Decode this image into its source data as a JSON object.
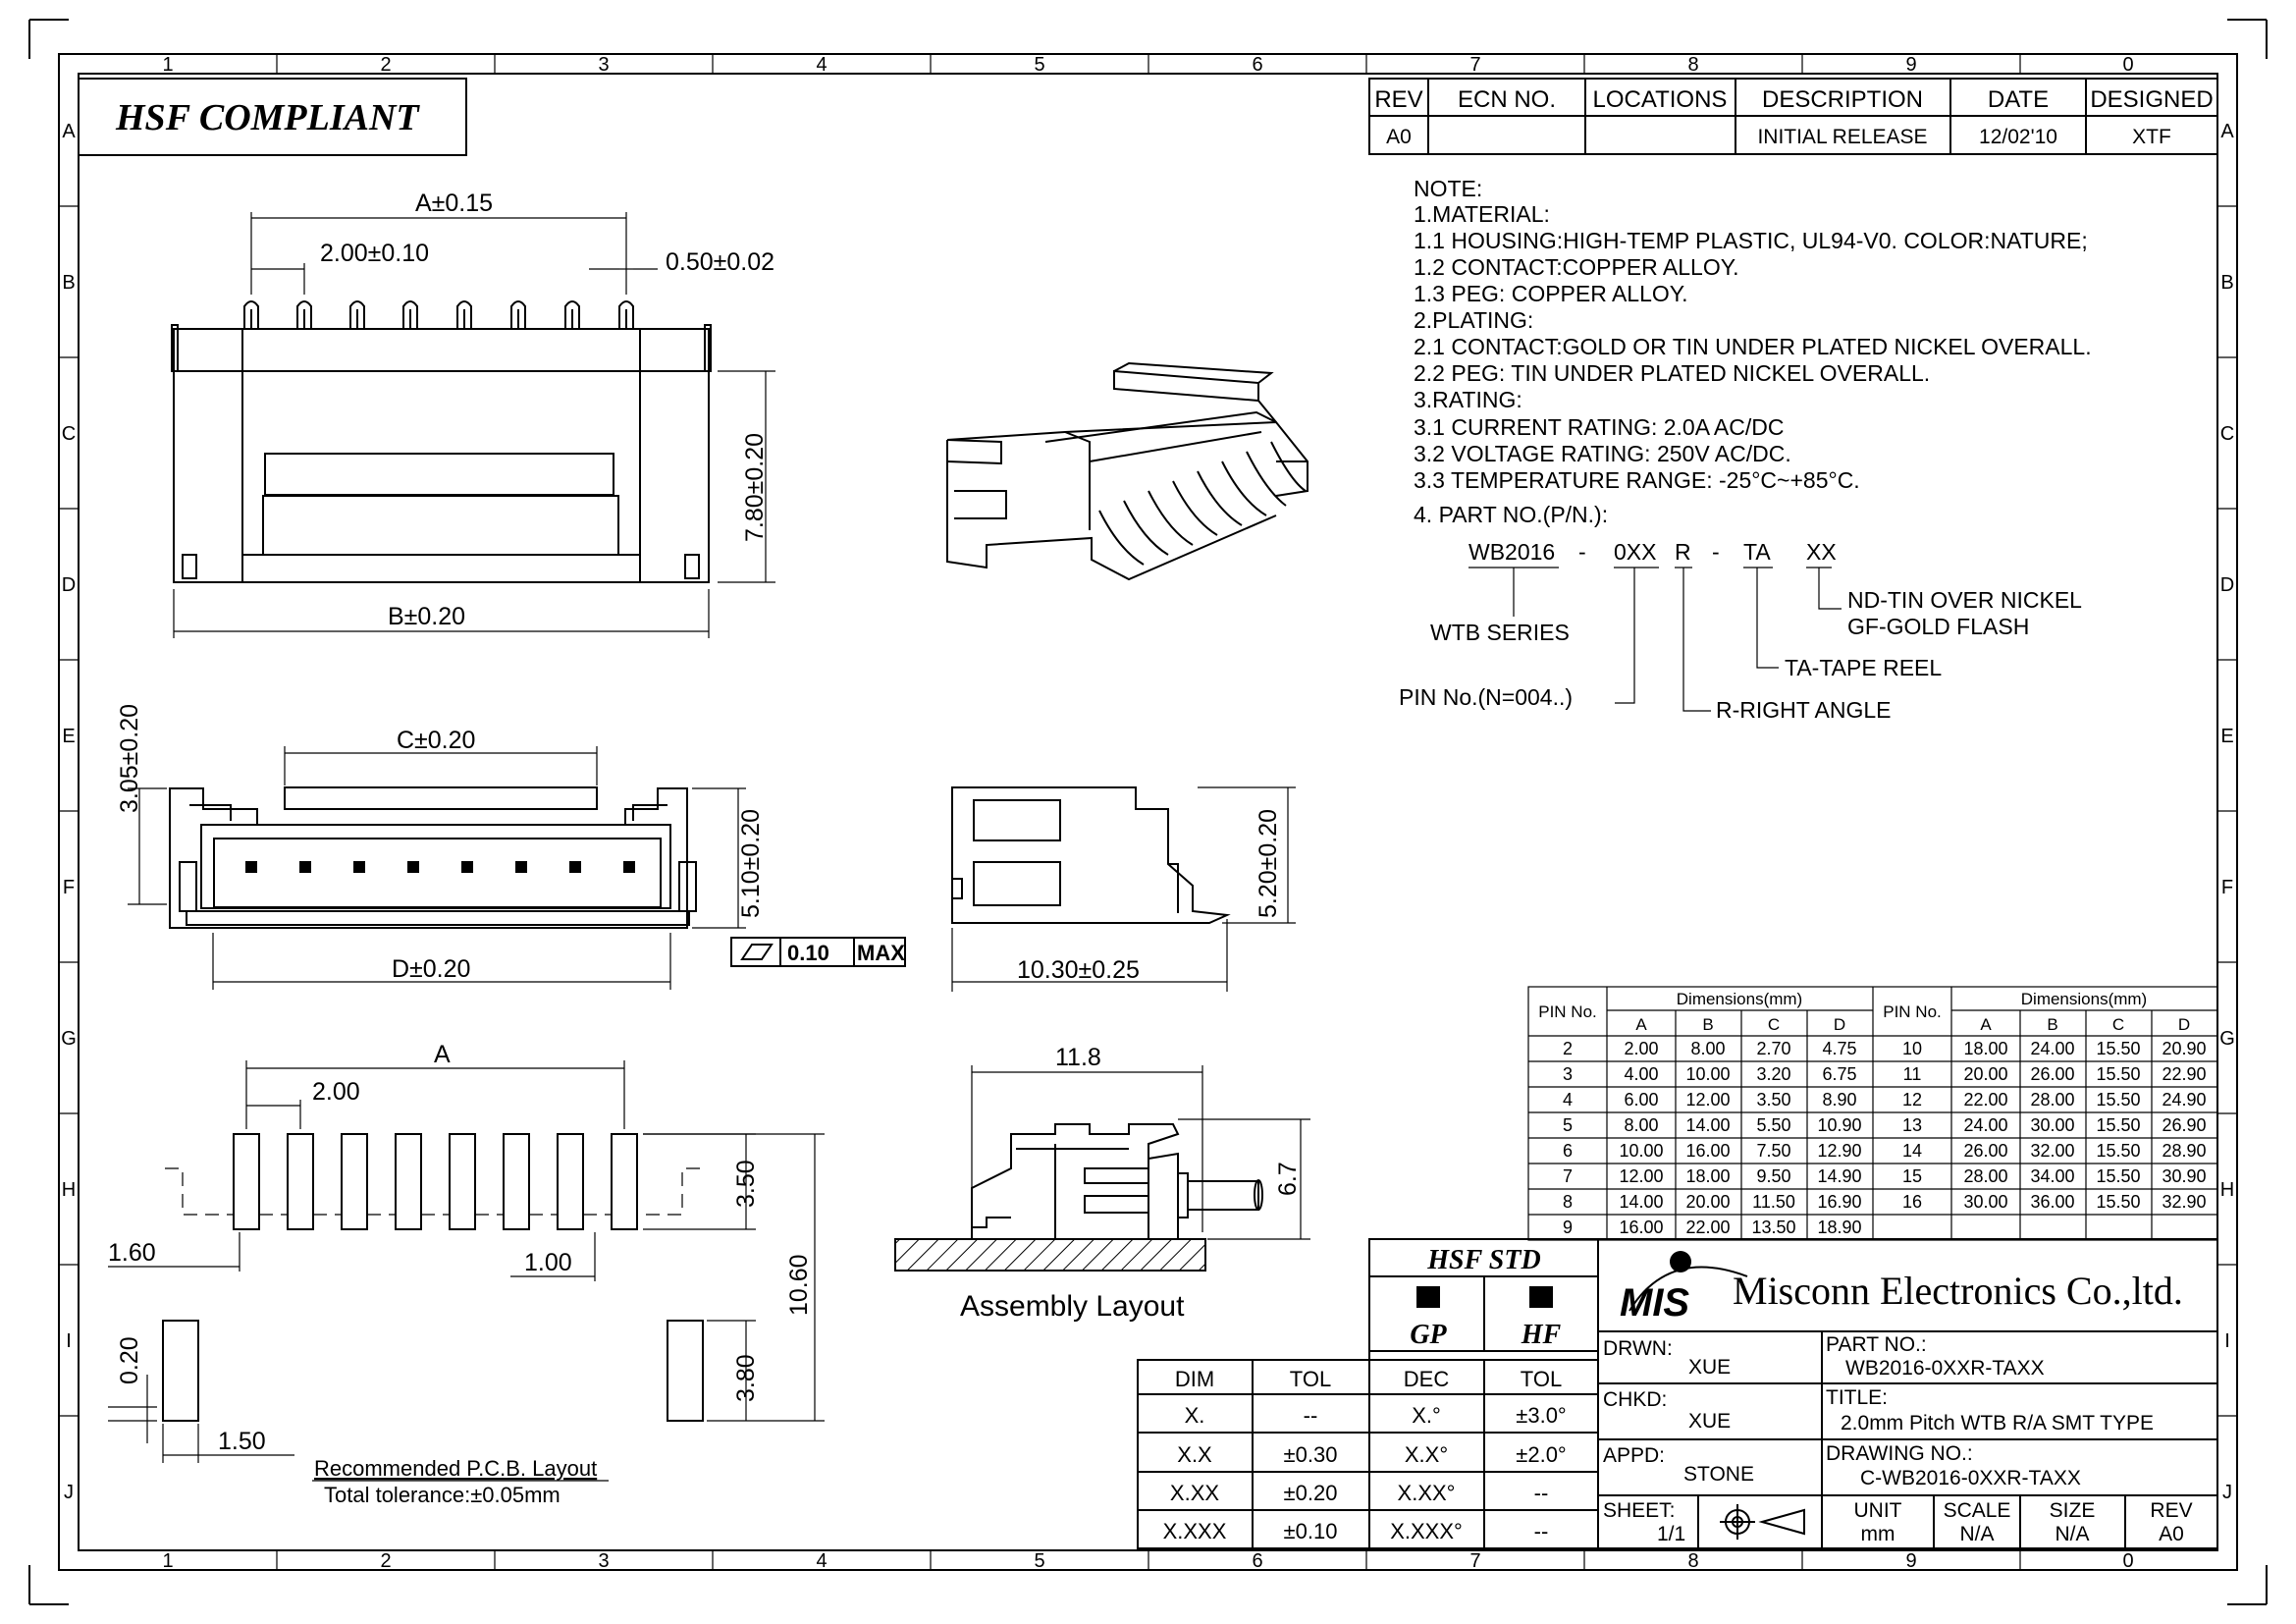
{
  "title_block_header": {
    "text": "HSF COMPLIANT"
  },
  "grid": {
    "cols": [
      "1",
      "2",
      "3",
      "4",
      "5",
      "6",
      "7",
      "8",
      "9",
      "0"
    ],
    "rows": [
      "A",
      "B",
      "C",
      "D",
      "E",
      "F",
      "G",
      "H",
      "I",
      "J"
    ]
  },
  "revision": {
    "headers": [
      "REV",
      "ECN NO.",
      "LOCATIONS",
      "DESCRIPTION",
      "DATE",
      "DESIGNED"
    ],
    "row": [
      "A0",
      "",
      "",
      "INITIAL RELEASE",
      "12/02'10",
      "XTF"
    ]
  },
  "notes": [
    "NOTE:",
    "1.MATERIAL:",
    "  1.1  HOUSING:HIGH-TEMP  PLASTIC,  UL94-V0.  COLOR:NATURE;",
    "  1.2  CONTACT:COPPER  ALLOY.",
    "  1.3  PEG:  COPPER  ALLOY.",
    "2.PLATING:",
    "  2.1  CONTACT:GOLD  OR  TIN  UNDER  PLATED  NICKEL  OVERALL.",
    "  2.2  PEG:  TIN  UNDER  PLATED  NICKEL  OVERALL.",
    "3.RATING:",
    "  3.1  CURRENT  RATING:  2.0A  AC/DC",
    "  3.2  VOLTAGE  RATING:  250V  AC/DC.",
    "  3.3  TEMPERATURE  RANGE:  -25°C~+85°C.",
    " 4.  PART  NO.(P/N.):"
  ],
  "part_number_code": {
    "code": [
      "WB2016",
      "-",
      "0XX",
      "R",
      "-",
      "TA",
      "XX"
    ],
    "labels": {
      "series": "WTB  SERIES",
      "pin": "PIN  No.(N=004..)",
      "angle": "R-RIGHT  ANGLE",
      "tape": "TA-TAPE  REEL",
      "plating1": "ND-TIN  OVER  NICKEL",
      "plating2": "GF-GOLD  FLASH"
    }
  },
  "dimensions": {
    "a": "A±0.15",
    "pitch": "2.00±0.10",
    "pin_w": "0.50±0.02",
    "height": "7.80±0.20",
    "b": "B±0.20",
    "c": "C±0.20",
    "h305": "3.05±0.20",
    "h510": "5.10±0.20",
    "d": "D±0.20",
    "flat_val": "0.10",
    "flat_max": "MAX",
    "side_w": "10.30±0.25",
    "side_h": "5.20±0.20",
    "pcb_a": "A",
    "pcb_pitch": "2.00",
    "pcb_350": "3.50",
    "pcb_160": "1.60",
    "pcb_100": "1.00",
    "pcb_1060": "10.60",
    "pcb_020": "0.20",
    "pcb_380": "3.80",
    "pcb_150": "1.50",
    "asm_w": "11.8",
    "asm_h": "6.7"
  },
  "captions": {
    "pcb_title": "Recommended  P.C.B.  Layout",
    "pcb_tol": "Total  tolerance:±0.05mm",
    "assembly": "Assembly  Layout"
  },
  "dim_table": {
    "header_group": "Dimensions(mm)",
    "pin_header": "PIN  No.",
    "cols": [
      "A",
      "B",
      "C",
      "D"
    ],
    "left": [
      [
        "2",
        "2.00",
        "8.00",
        "2.70",
        "4.75"
      ],
      [
        "3",
        "4.00",
        "10.00",
        "3.20",
        "6.75"
      ],
      [
        "4",
        "6.00",
        "12.00",
        "3.50",
        "8.90"
      ],
      [
        "5",
        "8.00",
        "14.00",
        "5.50",
        "10.90"
      ],
      [
        "6",
        "10.00",
        "16.00",
        "7.50",
        "12.90"
      ],
      [
        "7",
        "12.00",
        "18.00",
        "9.50",
        "14.90"
      ],
      [
        "8",
        "14.00",
        "20.00",
        "11.50",
        "16.90"
      ],
      [
        "9",
        "16.00",
        "22.00",
        "13.50",
        "18.90"
      ]
    ],
    "right": [
      [
        "10",
        "18.00",
        "24.00",
        "15.50",
        "20.90"
      ],
      [
        "11",
        "20.00",
        "26.00",
        "15.50",
        "22.90"
      ],
      [
        "12",
        "22.00",
        "28.00",
        "15.50",
        "24.90"
      ],
      [
        "13",
        "24.00",
        "30.00",
        "15.50",
        "26.90"
      ],
      [
        "14",
        "26.00",
        "32.00",
        "15.50",
        "28.90"
      ],
      [
        "15",
        "28.00",
        "34.00",
        "15.50",
        "30.90"
      ],
      [
        "16",
        "30.00",
        "36.00",
        "15.50",
        "32.90"
      ],
      [
        "",
        "",
        "",
        "",
        ""
      ]
    ]
  },
  "tolerance": {
    "hsf_std": "HSF  STD",
    "gp": "GP",
    "hf": "HF",
    "headers": [
      "DIM",
      "TOL",
      "DEC",
      "TOL"
    ],
    "rows": [
      [
        "X.",
        "--",
        "X.°",
        "±3.0°"
      ],
      [
        "X.X",
        "±0.30",
        "X.X°",
        "±2.0°"
      ],
      [
        "X.XX",
        "±0.20",
        "X.XX°",
        "--"
      ],
      [
        "X.XXX",
        "±0.10",
        "X.XXX°",
        "--"
      ]
    ]
  },
  "company": {
    "logo": "MIS",
    "name": "Misconn Electronics Co.,ltd."
  },
  "title_block": {
    "drwn_label": "DRWN:",
    "drwn": "XUE",
    "chkd_label": "CHKD:",
    "chkd": "XUE",
    "appd_label": "APPD:",
    "appd": "STONE",
    "part_label": "PART  NO.:",
    "part": "WB2016-0XXR-TAXX",
    "title_label": "TITLE:",
    "title": "2.0mm  Pitch  WTB  R/A  SMT  TYPE",
    "dwg_label": "DRAWING  NO.:",
    "dwg": "C-WB2016-0XXR-TAXX",
    "sheet_label": "SHEET:",
    "sheet": "1/1",
    "unit_label": "UNIT",
    "unit": "mm",
    "scale_label": "SCALE",
    "scale": "N/A",
    "size_label": "SIZE",
    "size": "N/A",
    "rev_label": "REV",
    "rev": "A0"
  }
}
